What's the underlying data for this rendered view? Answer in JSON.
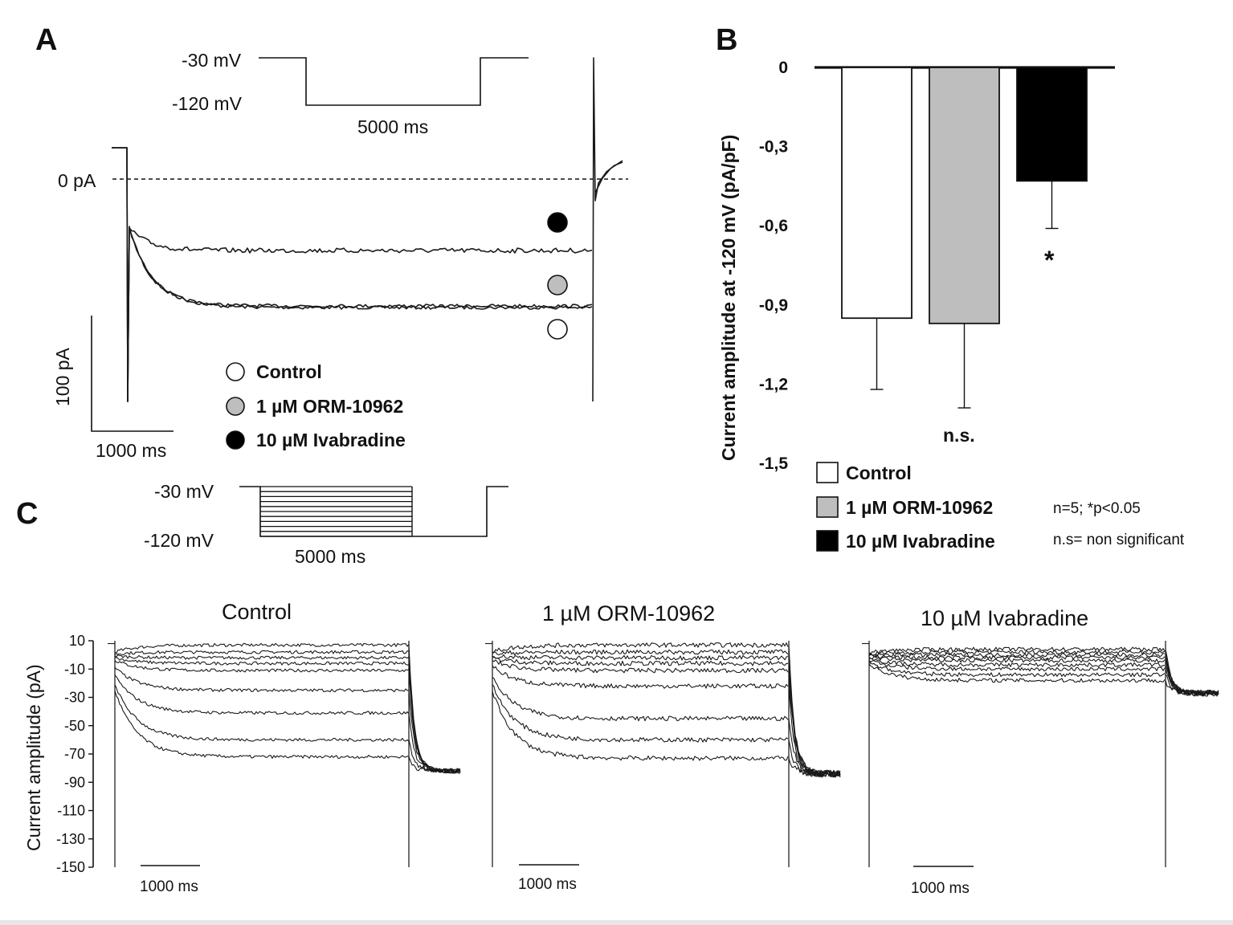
{
  "panels": {
    "a": "A",
    "b": "B",
    "c": "C"
  },
  "panel_a": {
    "protocol": {
      "v_hold": "-30 mV",
      "v_step": "-120 mV",
      "duration": "5000 ms"
    },
    "zero_label": "0 pA",
    "scale_y": "100 pA",
    "scale_x": "1000 ms",
    "legend": [
      "Control",
      "1 µM ORM-10962",
      "10 µM Ivabradine"
    ]
  },
  "panel_b": {
    "legend": [
      "Control",
      "1 µM ORM-10962",
      "10 µM Ivabradine"
    ],
    "note1": "n=5; *p<0.05",
    "note2": "n.s= non significant",
    "ns_label": "n.s.",
    "star": "*"
  },
  "panel_c": {
    "protocol": {
      "v_hold": "-30 mV",
      "v_step": "-120 mV",
      "duration": "5000 ms"
    },
    "ylabel": "Current amplitude (pA)",
    "titles": [
      "Control",
      "1 µM ORM-10962",
      "10 µM Ivabradine"
    ],
    "scale_x": "1000 ms"
  },
  "colors": {
    "control": "#ffffff",
    "orm": "#bebebe",
    "ivabradine": "#000000",
    "line": "#111111"
  },
  "chart_data": [
    {
      "type": "bar",
      "categories": [
        "Control",
        "1 µM ORM-10962",
        "10 µM Ivabradine"
      ],
      "values": [
        -0.95,
        -0.97,
        -0.43
      ],
      "errors": [
        0.27,
        0.32,
        0.18
      ],
      "ylabel": "Current amplitude at -120 mV (pA/pF)",
      "ylim": [
        -1.5,
        0
      ],
      "yticks": [
        "0",
        "-0,3",
        "-0,6",
        "-0,9",
        "-1,2",
        "-1,5"
      ],
      "annotations": [
        "n.s.",
        "*"
      ]
    },
    {
      "type": "line",
      "ylabel": "Current amplitude (pA)",
      "yticks": [
        "10",
        "-10",
        "-30",
        "-50",
        "-70",
        "-90",
        "-110",
        "-130",
        "-150"
      ],
      "ylim": [
        -150,
        10
      ],
      "series": [
        {
          "name": "Control",
          "steady_state_pA": [
            7,
            2,
            -2,
            -6,
            -11,
            -25,
            -41,
            -60,
            -72
          ]
        },
        {
          "name": "1 µM ORM-10962",
          "steady_state_pA": [
            7,
            2,
            -2,
            -6,
            -11,
            -22,
            -45,
            -60,
            -73
          ]
        },
        {
          "name": "10 µM Ivabradine",
          "steady_state_pA": [
            4,
            2,
            0,
            -2,
            -4,
            -7,
            -10,
            -14,
            -18
          ]
        }
      ]
    }
  ]
}
